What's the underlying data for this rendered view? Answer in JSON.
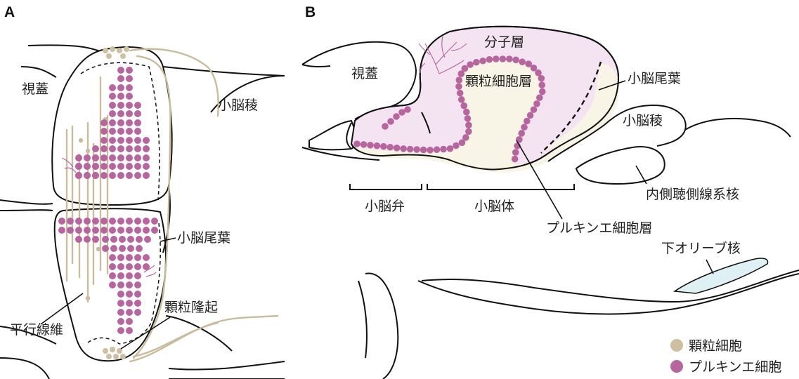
{
  "panelA": {
    "letter": "A",
    "labels": {
      "optic_tectum": "視蓋",
      "eminentia_granularis_top": "小脳稜",
      "caudal_lobe": "小脳尾葉",
      "eminentia_granularis": "顆粒隆起",
      "parallel_fibers": "平行線維"
    }
  },
  "panelB": {
    "letter": "B",
    "labels": {
      "optic_tectum": "視蓋",
      "molecular_layer": "分子層",
      "granular_layer": "顆粒細胞層",
      "caudal_lobe": "小脳尾葉",
      "crista": "小脳稜",
      "medial_octavolateral_nucleus": "内側聴側線系核",
      "valvula": "小脳弁",
      "corpus": "小脳体",
      "purkinje_layer": "プルキンエ細胞層",
      "inferior_olive": "下オリーブ核"
    }
  },
  "legend": [
    {
      "label": "顆粒細胞",
      "color": "#cdbf9f"
    },
    {
      "label": "プルキンエ細胞",
      "color": "#b7659e"
    }
  ],
  "colors": {
    "granule": "#cdbf9f",
    "purkinje": "#b7659e",
    "molecular_fill": "#f4e3f0",
    "granular_fill": "#f8f4e6",
    "olive_fill": "#dff0f5",
    "outline": "#111111"
  }
}
